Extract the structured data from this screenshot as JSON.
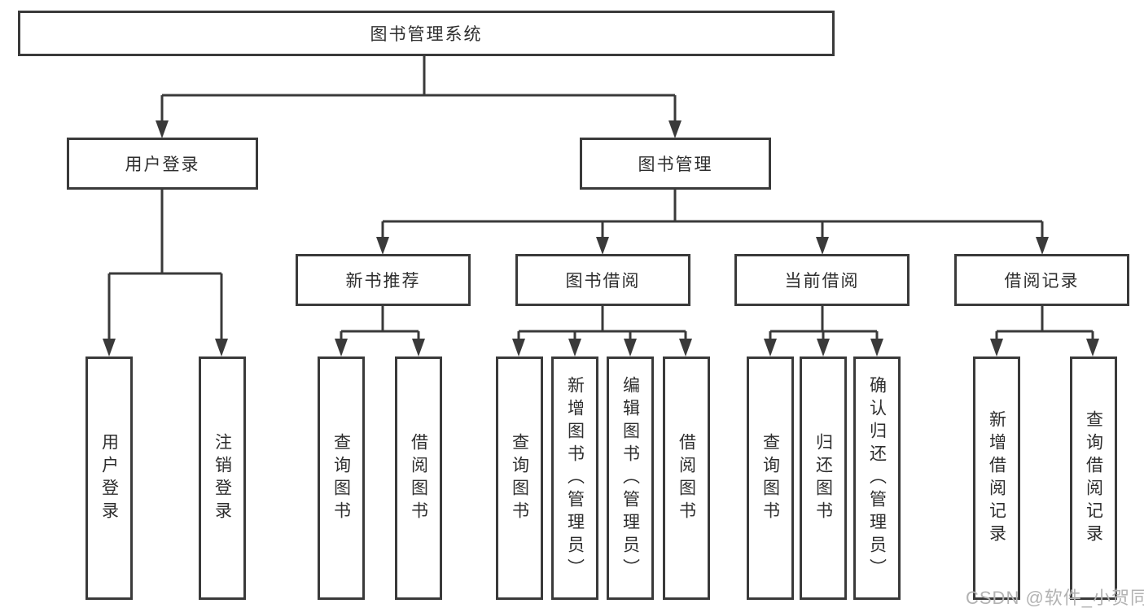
{
  "root": {
    "label": "图书管理系统"
  },
  "user_branch": {
    "label": "用户登录",
    "children": [
      {
        "label": "用户登录"
      },
      {
        "label": "注销登录"
      }
    ]
  },
  "book_branch": {
    "label": "图书管理",
    "sections": [
      {
        "label": "新书推荐",
        "children": [
          {
            "label": "查询图书"
          },
          {
            "label": "借阅图书"
          }
        ]
      },
      {
        "label": "图书借阅",
        "children": [
          {
            "label": "查询图书"
          },
          {
            "label": "新增图书（管理员）"
          },
          {
            "label": "编辑图书（管理员）"
          },
          {
            "label": "借阅图书"
          }
        ]
      },
      {
        "label": "当前借阅",
        "children": [
          {
            "label": "查询图书"
          },
          {
            "label": "归还图书"
          },
          {
            "label": "确认归还（管理员）"
          }
        ]
      },
      {
        "label": "借阅记录",
        "children": [
          {
            "label": "新增借阅记录"
          },
          {
            "label": "查询借阅记录"
          }
        ]
      }
    ]
  },
  "watermark": "CSDN @软件_小贺同学",
  "colors": {
    "line": "#3a3a3a",
    "text": "#2e2e2e",
    "watermark": "#b2b2b2",
    "background": "#ffffff"
  }
}
